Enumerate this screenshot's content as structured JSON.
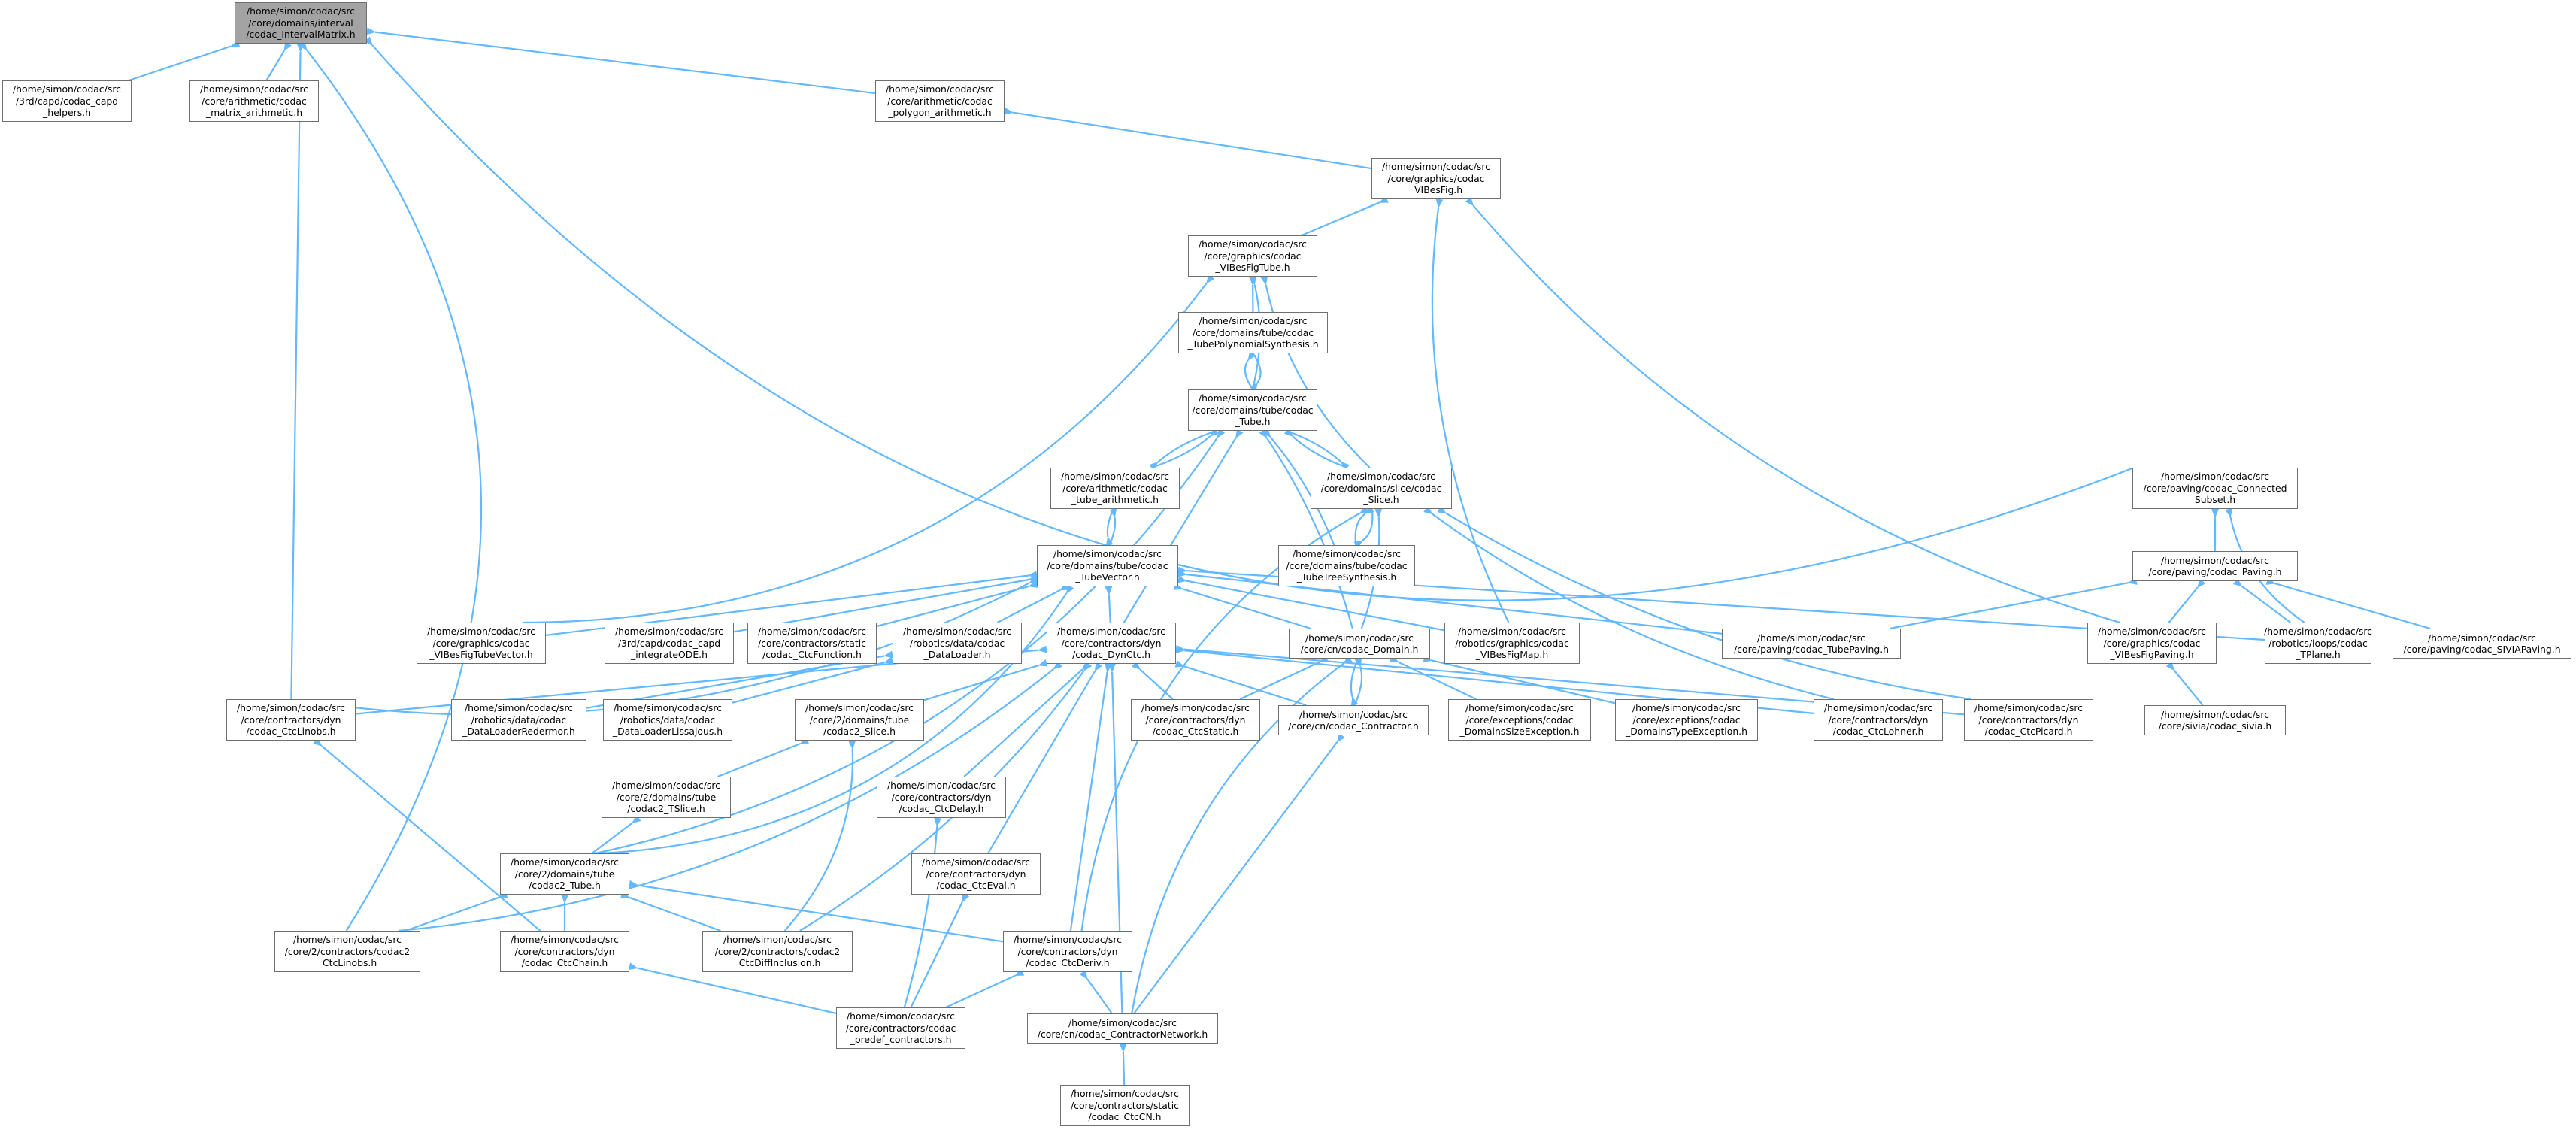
{
  "colors": {
    "edge": "#63b8ff",
    "node_border": "#6f6f6f",
    "root_fill": "#a3a3a3",
    "background": "#ffffff"
  },
  "nodes": [
    {
      "id": "root",
      "lines": [
        "/home/simon/codac/src",
        "/core/domains/interval",
        "/codac_IntervalMatrix.h"
      ]
    },
    {
      "id": "capd_helpers",
      "lines": [
        "/home/simon/codac/src",
        "/3rd/capd/codac_capd",
        "_helpers.h"
      ]
    },
    {
      "id": "matrix_arith",
      "lines": [
        "/home/simon/codac/src",
        "/core/arithmetic/codac",
        "_matrix_arithmetic.h"
      ]
    },
    {
      "id": "poly_arith",
      "lines": [
        "/home/simon/codac/src",
        "/core/arithmetic/codac",
        "_polygon_arithmetic.h"
      ]
    },
    {
      "id": "vibesfig",
      "lines": [
        "/home/simon/codac/src",
        "/core/graphics/codac",
        "_VIBesFig.h"
      ]
    },
    {
      "id": "vibesfigtube",
      "lines": [
        "/home/simon/codac/src",
        "/core/graphics/codac",
        "_VIBesFigTube.h"
      ]
    },
    {
      "id": "polysynth",
      "lines": [
        "/home/simon/codac/src",
        "/core/domains/tube/codac",
        "_TubePolynomialSynthesis.h"
      ]
    },
    {
      "id": "tube",
      "lines": [
        "/home/simon/codac/src",
        "/core/domains/tube/codac",
        "_Tube.h"
      ]
    },
    {
      "id": "tube_arith",
      "lines": [
        "/home/simon/codac/src",
        "/core/arithmetic/codac",
        "_tube_arithmetic.h"
      ]
    },
    {
      "id": "slice",
      "lines": [
        "/home/simon/codac/src",
        "/core/domains/slice/codac",
        "_Slice.h"
      ]
    },
    {
      "id": "treesynth",
      "lines": [
        "/home/simon/codac/src",
        "/core/domains/tube/codac",
        "_TubeTreeSynthesis.h"
      ]
    },
    {
      "id": "tubevector",
      "lines": [
        "/home/simon/codac/src",
        "/core/domains/tube/codac",
        "_TubeVector.h"
      ]
    },
    {
      "id": "connected",
      "lines": [
        "/home/simon/codac/src",
        "/core/paving/codac_Connected",
        "Subset.h"
      ]
    },
    {
      "id": "paving",
      "lines": [
        "/home/simon/codac/src",
        "/core/paving/codac_Paving.h"
      ]
    },
    {
      "id": "vibesfigtubevector",
      "lines": [
        "/home/simon/codac/src",
        "/core/graphics/codac",
        "_VIBesFigTubeVector.h"
      ]
    },
    {
      "id": "integrate_ode",
      "lines": [
        "/home/simon/codac/src",
        "/3rd/capd/codac_capd",
        "_integrateODE.h"
      ]
    },
    {
      "id": "ctcfunction",
      "lines": [
        "/home/simon/codac/src",
        "/core/contractors/static",
        "/codac_CtcFunction.h"
      ]
    },
    {
      "id": "dataloader",
      "lines": [
        "/home/simon/codac/src",
        "/robotics/data/codac",
        "_DataLoader.h"
      ]
    },
    {
      "id": "dynctc",
      "lines": [
        "/home/simon/codac/src",
        "/core/contractors/dyn",
        "/codac_DynCtc.h"
      ]
    },
    {
      "id": "domain",
      "lines": [
        "/home/simon/codac/src",
        "/core/cn/codac_Domain.h"
      ]
    },
    {
      "id": "vibesfigmap",
      "lines": [
        "/home/simon/codac/src",
        "/robotics/graphics/codac",
        "_VIBesFigMap.h"
      ]
    },
    {
      "id": "tubepaving",
      "lines": [
        "/home/simon/codac/src",
        "/core/paving/codac_TubePaving.h"
      ]
    },
    {
      "id": "vibesfigpaving",
      "lines": [
        "/home/simon/codac/src",
        "/core/graphics/codac",
        "_VIBesFigPaving.h"
      ]
    },
    {
      "id": "tplane",
      "lines": [
        "/home/simon/codac/src",
        "/robotics/loops/codac",
        "_TPlane.h"
      ]
    },
    {
      "id": "sivia_paving",
      "lines": [
        "/home/simon/codac/src",
        "/core/paving/codac_SIVIAPaving.h"
      ]
    },
    {
      "id": "ctclinobs",
      "lines": [
        "/home/simon/codac/src",
        "/core/contractors/dyn",
        "/codac_CtcLinobs.h"
      ]
    },
    {
      "id": "redermor",
      "lines": [
        "/home/simon/codac/src",
        "/robotics/data/codac",
        "_DataLoaderRedermor.h"
      ]
    },
    {
      "id": "lissajous",
      "lines": [
        "/home/simon/codac/src",
        "/robotics/data/codac",
        "_DataLoaderLissajous.h"
      ]
    },
    {
      "id": "c2slice",
      "lines": [
        "/home/simon/codac/src",
        "/core/2/domains/tube",
        "/codac2_Slice.h"
      ]
    },
    {
      "id": "ctcstatic",
      "lines": [
        "/home/simon/codac/src",
        "/core/contractors/dyn",
        "/codac_CtcStatic.h"
      ]
    },
    {
      "id": "contractor",
      "lines": [
        "/home/simon/codac/src",
        "/core/cn/codac_Contractor.h"
      ]
    },
    {
      "id": "sizeexc",
      "lines": [
        "/home/simon/codac/src",
        "/core/exceptions/codac",
        "_DomainsSizeException.h"
      ]
    },
    {
      "id": "typeexc",
      "lines": [
        "/home/simon/codac/src",
        "/core/exceptions/codac",
        "_DomainsTypeException.h"
      ]
    },
    {
      "id": "lohner",
      "lines": [
        "/home/simon/codac/src",
        "/core/contractors/dyn",
        "/codac_CtcLohner.h"
      ]
    },
    {
      "id": "picard",
      "lines": [
        "/home/simon/codac/src",
        "/core/contractors/dyn",
        "/codac_CtcPicard.h"
      ]
    },
    {
      "id": "sivia",
      "lines": [
        "/home/simon/codac/src",
        "/core/sivia/codac_sivia.h"
      ]
    },
    {
      "id": "c2tslice",
      "lines": [
        "/home/simon/codac/src",
        "/core/2/domains/tube",
        "/codac2_TSlice.h"
      ]
    },
    {
      "id": "delay",
      "lines": [
        "/home/simon/codac/src",
        "/core/contractors/dyn",
        "/codac_CtcDelay.h"
      ]
    },
    {
      "id": "c2tube",
      "lines": [
        "/home/simon/codac/src",
        "/core/2/domains/tube",
        "/codac2_Tube.h"
      ]
    },
    {
      "id": "eval",
      "lines": [
        "/home/simon/codac/src",
        "/core/contractors/dyn",
        "/codac_CtcEval.h"
      ]
    },
    {
      "id": "c2linobs",
      "lines": [
        "/home/simon/codac/src",
        "/core/2/contractors/codac2",
        "_CtcLinobs.h"
      ]
    },
    {
      "id": "chain",
      "lines": [
        "/home/simon/codac/src",
        "/core/contractors/dyn",
        "/codac_CtcChain.h"
      ]
    },
    {
      "id": "diffincl",
      "lines": [
        "/home/simon/codac/src",
        "/core/2/contractors/codac2",
        "_CtcDiffInclusion.h"
      ]
    },
    {
      "id": "deriv",
      "lines": [
        "/home/simon/codac/src",
        "/core/contractors/dyn",
        "/codac_CtcDeriv.h"
      ]
    },
    {
      "id": "predef",
      "lines": [
        "/home/simon/codac/src",
        "/core/contractors/codac",
        "_predef_contractors.h"
      ]
    },
    {
      "id": "cn",
      "lines": [
        "/home/simon/codac/src",
        "/core/cn/codac_ContractorNetwork.h"
      ]
    },
    {
      "id": "ctccn",
      "lines": [
        "/home/simon/codac/src",
        "/core/contractors/static",
        "/codac_CtcCN.h"
      ]
    }
  ]
}
